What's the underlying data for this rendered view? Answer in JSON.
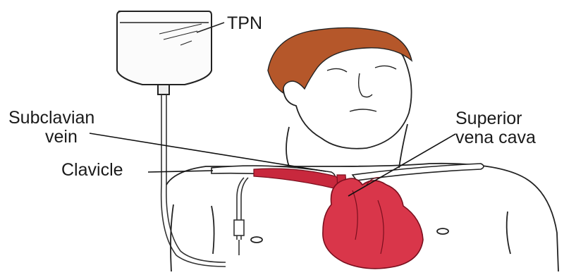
{
  "labels": {
    "tpn": "TPN",
    "subclavian_line1": "Subclavian",
    "subclavian_line2": "vein",
    "clavicle": "Clavicle",
    "svc_line1": "Superior",
    "svc_line2": "vena cava"
  },
  "colors": {
    "hair": "#b5572a",
    "heart": "#d9364a",
    "vessel": "#c8283d",
    "outline": "#222222"
  }
}
